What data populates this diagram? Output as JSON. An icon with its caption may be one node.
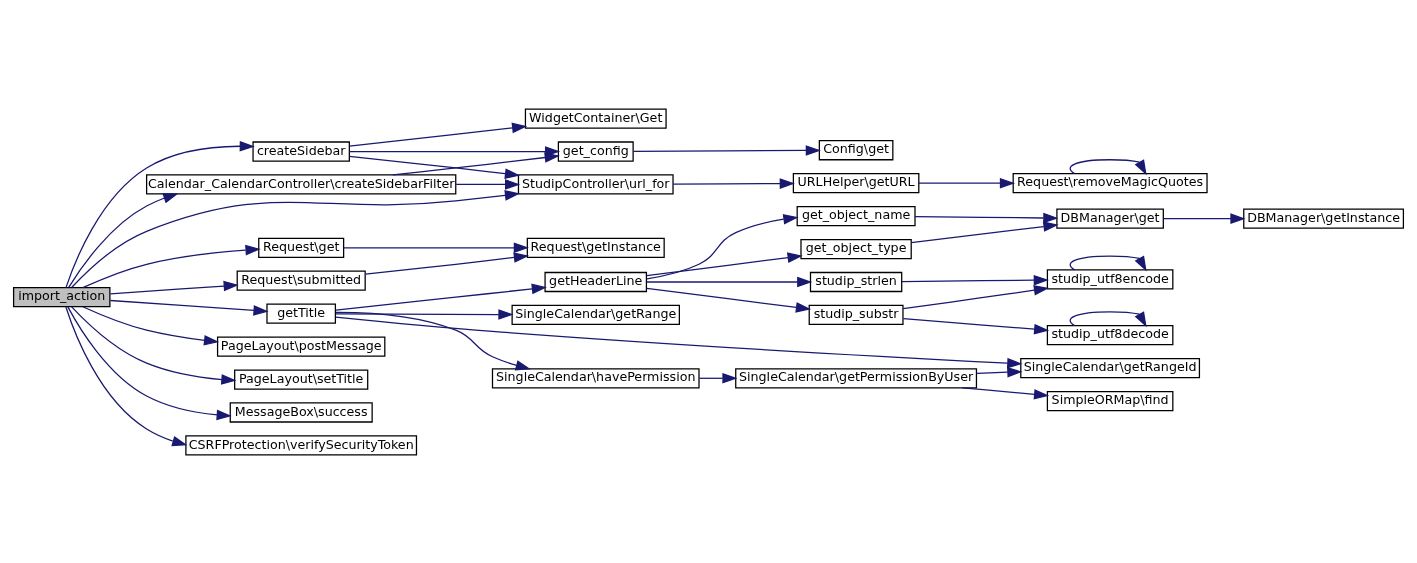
{
  "diagram": {
    "nodes": [
      {
        "text": [
          "import_action"
        ]
      },
      {
        "text": [
          "createSidebar"
        ]
      },
      {
        "text": [
          "WidgetContainer\\Get"
        ]
      },
      {
        "text": [
          "get_config"
        ]
      },
      {
        "text": [
          "Config\\get"
        ]
      },
      {
        "text": [
          "Calendar_CalendarController\\createSidebarFilter"
        ]
      },
      {
        "text": [
          "StudipController\\url_for"
        ]
      },
      {
        "text": [
          "URLHelper\\getURL"
        ]
      },
      {
        "text": [
          "Request\\removeMagicQuotes"
        ]
      },
      {
        "text": [
          "Request\\get"
        ]
      },
      {
        "text": [
          "Request\\getInstance"
        ]
      },
      {
        "text": [
          "Request\\submitted"
        ]
      },
      {
        "text": [
          "getTitle"
        ]
      },
      {
        "text": [
          "getHeaderLine"
        ]
      },
      {
        "text": [
          "get_object_name"
        ]
      },
      {
        "text": [
          "get_object_type"
        ]
      },
      {
        "text": [
          "DBManager\\get"
        ]
      },
      {
        "text": [
          "DBManager\\getInstance"
        ]
      },
      {
        "text": [
          "studip_strlen"
        ]
      },
      {
        "text": [
          "studip_utf8encode"
        ]
      },
      {
        "text": [
          "studip_substr"
        ]
      },
      {
        "text": [
          "studip_utf8decode"
        ]
      },
      {
        "text": [
          "SingleCalendar\\getRange"
        ]
      },
      {
        "text": [
          "SingleCalendar\\getRangeId"
        ]
      },
      {
        "text": [
          "SingleCalendar\\havePermission"
        ]
      },
      {
        "text": [
          "SingleCalendar\\getPermissionByUser"
        ]
      },
      {
        "text": [
          "SimpleORMap\\find"
        ]
      },
      {
        "text": [
          "PageLayout\\postMessage"
        ]
      },
      {
        "text": [
          "PageLayout\\setTitle"
        ]
      },
      {
        "text": [
          "MessageBox\\success"
        ]
      },
      {
        "text": [
          "CSRFProtection\\verifySecurityToken"
        ]
      }
    ],
    "edges": [
      {
        "from": 0,
        "to": 1,
        "arrow": "to"
      },
      {
        "from": 0,
        "to": 5,
        "arrow": "to"
      },
      {
        "from": 0,
        "to": 6,
        "arrow": "to"
      },
      {
        "from": 0,
        "to": 9,
        "arrow": "to"
      },
      {
        "from": 0,
        "to": 11,
        "arrow": "to"
      },
      {
        "from": 0,
        "to": 12,
        "arrow": "to"
      },
      {
        "from": 0,
        "to": 27,
        "arrow": "to"
      },
      {
        "from": 0,
        "to": 28,
        "arrow": "to"
      },
      {
        "from": 0,
        "to": 29,
        "arrow": "to"
      },
      {
        "from": 0,
        "to": 30,
        "arrow": "to"
      },
      {
        "from": 1,
        "to": 2,
        "arrow": "to"
      },
      {
        "from": 1,
        "to": 3,
        "arrow": "to"
      },
      {
        "from": 1,
        "to": 6,
        "arrow": "to"
      },
      {
        "from": 5,
        "to": 3,
        "arrow": "to"
      },
      {
        "from": 5,
        "to": 6,
        "arrow": "to"
      },
      {
        "from": 3,
        "to": 4,
        "arrow": "to"
      },
      {
        "from": 6,
        "to": 7,
        "arrow": "to"
      },
      {
        "from": 7,
        "to": 8,
        "arrow": "to"
      },
      {
        "from": 8,
        "to": 8,
        "arrow": "to"
      },
      {
        "from": 9,
        "to": 10,
        "arrow": "to"
      },
      {
        "from": 11,
        "to": 10,
        "arrow": "to"
      },
      {
        "from": 12,
        "to": 13,
        "arrow": "to"
      },
      {
        "from": 12,
        "to": 22,
        "arrow": "to"
      },
      {
        "from": 12,
        "to": 23,
        "arrow": "to"
      },
      {
        "from": 12,
        "to": 24,
        "arrow": "to"
      },
      {
        "from": 13,
        "to": 14,
        "arrow": "to"
      },
      {
        "from": 13,
        "to": 15,
        "arrow": "to"
      },
      {
        "from": 13,
        "to": 18,
        "arrow": "to"
      },
      {
        "from": 13,
        "to": 20,
        "arrow": "to"
      },
      {
        "from": 14,
        "to": 16,
        "arrow": "to"
      },
      {
        "from": 15,
        "to": 16,
        "arrow": "to"
      },
      {
        "from": 16,
        "to": 17,
        "arrow": "to"
      },
      {
        "from": 18,
        "to": 19,
        "arrow": "to"
      },
      {
        "from": 20,
        "to": 19,
        "arrow": "to"
      },
      {
        "from": 20,
        "to": 21,
        "arrow": "to"
      },
      {
        "from": 19,
        "to": 19,
        "arrow": "to"
      },
      {
        "from": 21,
        "to": 21,
        "arrow": "to"
      },
      {
        "from": 24,
        "to": 25,
        "arrow": "to"
      },
      {
        "from": 25,
        "to": 23,
        "arrow": "to"
      },
      {
        "from": 25,
        "to": 26,
        "arrow": "to"
      }
    ]
  }
}
